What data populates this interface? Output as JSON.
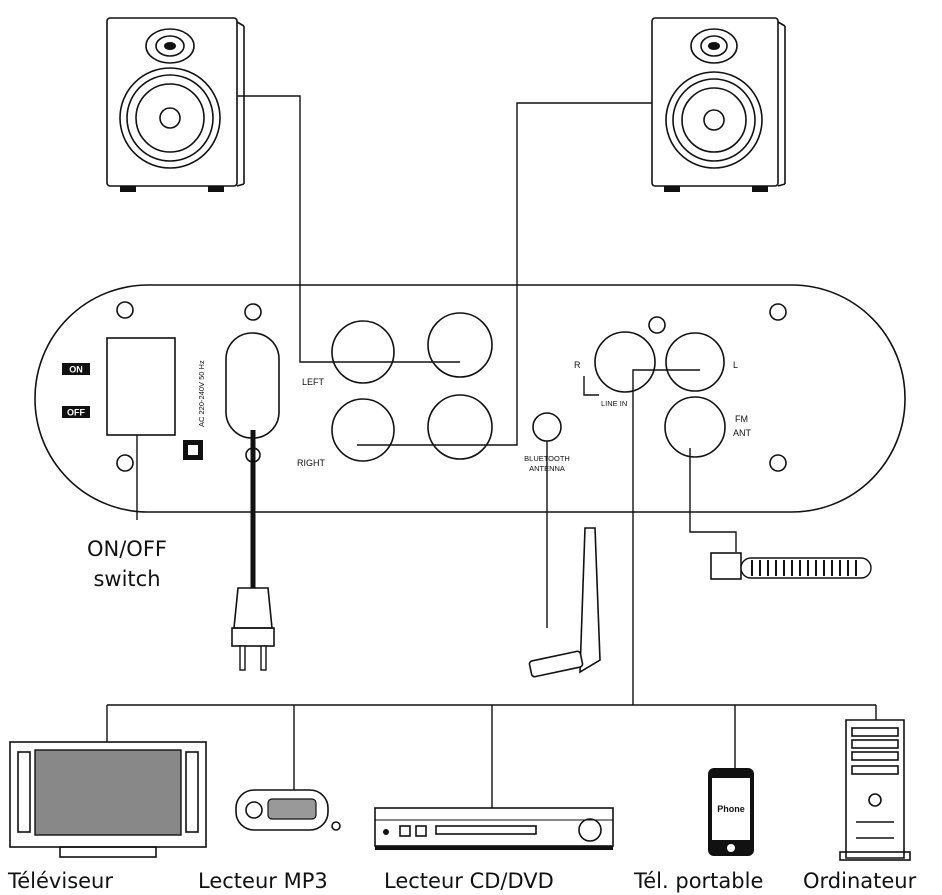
{
  "panel": {
    "on_label": "ON",
    "off_label": "OFF",
    "power_label": "AC 220-240V 50 Hz",
    "left_label": "LEFT",
    "right_label": "RIGHT",
    "line_r_label": "R",
    "line_l_label": "L",
    "line_in_label": "LINE IN",
    "fm_label": "FM",
    "ant_label": "ANT",
    "bluetooth_label": "BLUETOOTH",
    "antenna_label": "ANTENNA"
  },
  "callout": {
    "switch_line1": "ON/OFF",
    "switch_line2": "switch"
  },
  "devices": {
    "tv": "Téléviseur",
    "mp3": "Lecteur MP3",
    "cd_dvd": "Lecteur CD/DVD",
    "phone": "Tél. portable",
    "computer": "Ordinateur",
    "phone_screen_text": "Phone"
  }
}
